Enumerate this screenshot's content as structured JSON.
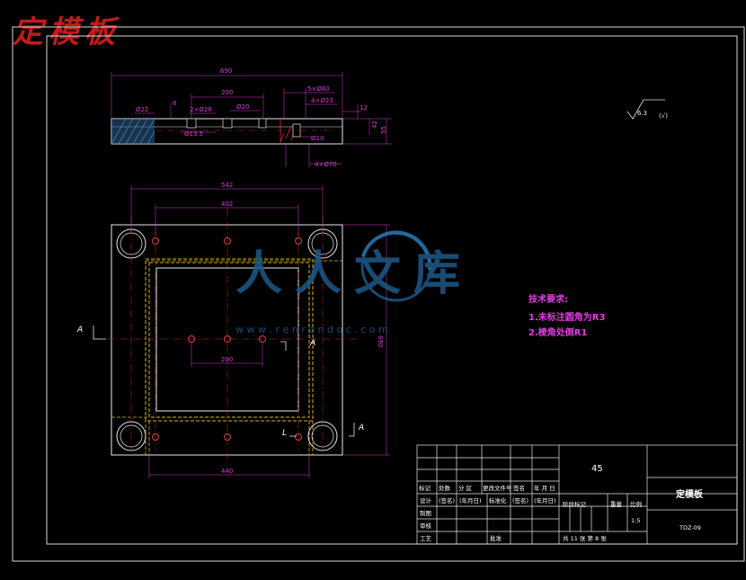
{
  "title": "定模板",
  "watermark": {
    "brand": "人人文库",
    "url": "w w w . r e n r e n d o c . c o m"
  },
  "surface_symbol": {
    "value": "6.3",
    "note": "(√)"
  },
  "section_view": {
    "dims": {
      "overall": "690",
      "inner": "200",
      "small": "8",
      "d22": "Ø22",
      "d28": "2×Ø28",
      "d20": "Ø20",
      "d13": "Ø13.5",
      "d60": "5×Ø60",
      "d23": "4×Ø23",
      "d10": "Ø10",
      "d70": "4×Ø70",
      "h12": "12",
      "h42": "42",
      "h55": "55"
    }
  },
  "plan_view": {
    "dims": {
      "top_outer": "542",
      "top_inner": "402",
      "mid": "200",
      "bottom": "440",
      "right": "690"
    },
    "section_label": "A",
    "section_label_right": "L"
  },
  "requirements": {
    "title": "技术要求:",
    "items": [
      "1.未标注圆角为R3",
      "2.棱角处倒R1"
    ]
  },
  "title_block": {
    "material": "45",
    "part_name": "定模板",
    "drawing_no": "TDZ-09",
    "scale": "1:5",
    "header_cells": [
      "标记",
      "处数",
      "分 区",
      "更改文件号",
      "签名",
      "年 月 日"
    ],
    "row2_cells": [
      "设计",
      "(签名)",
      "(年月日)",
      "标准化",
      "(签名)",
      "(年月日)"
    ],
    "left_labels": [
      "制图",
      "审核",
      "工艺"
    ],
    "approve": "批准",
    "stage_label": "阶段标记",
    "weight_label": "重量",
    "scale_label": "比例",
    "sheet_text": "共 11 张 第 8 张"
  }
}
